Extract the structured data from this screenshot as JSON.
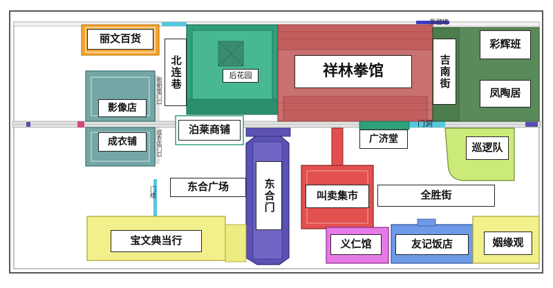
{
  "map": {
    "colors": {
      "boundary": "#555555",
      "orange_building": "#f0a030",
      "teal_building": "#6fa8a8",
      "green_garden": "#2f9e7a",
      "red_hall": "#c46b6b",
      "dark_green": "#4d7c4d",
      "purple_gate": "#5a4fb0",
      "red_market": "#e05050",
      "lime_building": "#c8e870",
      "yellow_building": "#f0f080",
      "pink_building": "#e070e0",
      "blue_building": "#5e8fe8",
      "road": "#d8d8d8",
      "passage": "#56c8e0"
    },
    "labels": {
      "liwen": "丽文百货",
      "beilian": "北连巷",
      "garden": "后花园",
      "xianglin": "祥林拳馆",
      "jinan": "吉南街",
      "caihui": "彩辉班",
      "fengtao": "凤陶居",
      "yingxiang": "影像店",
      "chengyi": "成衣铺",
      "bolai": "泊莱商铺",
      "guangji": "广济堂",
      "xunluo": "巡逻队",
      "donghe_sq": "东合广场",
      "donghe_gate": "东合门",
      "jiaomai": "叫卖集市",
      "quansheng": "全胜街",
      "baowen": "宝文典当行",
      "yiren": "义仁馆",
      "youji": "友记饭店",
      "yinyuan": "姻缘观"
    },
    "small_labels": {
      "yingbi": "影壁墙",
      "mendong": "门洞",
      "zhaoxiang_gate": "照相馆门口",
      "chengyi_gate": "成衣店门口",
      "menlou": "门楼"
    }
  }
}
